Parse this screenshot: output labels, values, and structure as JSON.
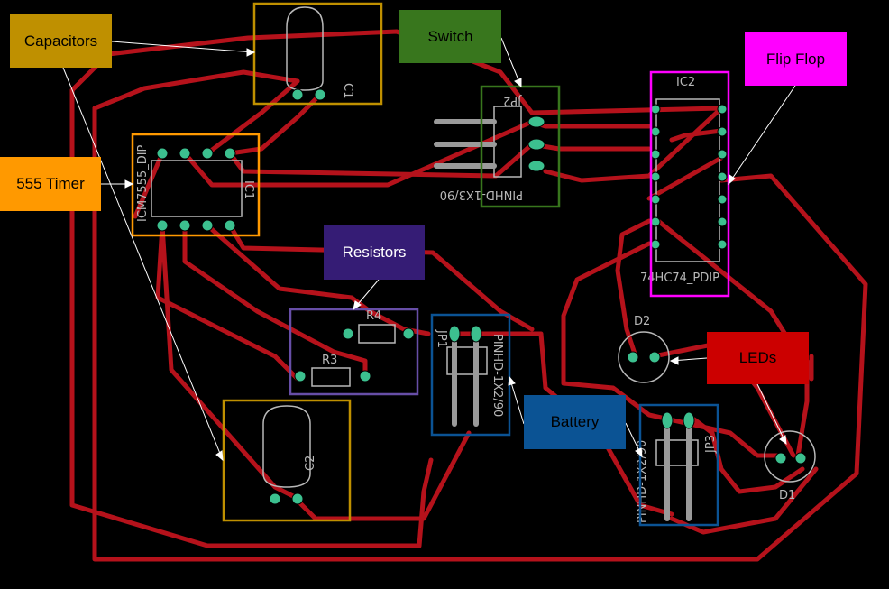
{
  "callouts": {
    "capacitors": {
      "label": "Capacitors",
      "bg": "#bf9000",
      "fg": "#000000"
    },
    "switch": {
      "label": "Switch",
      "bg": "#38761d",
      "fg": "#000000"
    },
    "flip_flop": {
      "label": "Flip Flop",
      "bg": "#ff00ff",
      "fg": "#000000"
    },
    "timer": {
      "label": "555 Timer",
      "bg": "#ff9900",
      "fg": "#000000"
    },
    "resistors": {
      "label": "Resistors",
      "bg": "#351c75",
      "fg": "#ffffff"
    },
    "leds": {
      "label": "LEDs",
      "bg": "#cc0000",
      "fg": "#000000"
    },
    "battery": {
      "label": "Battery",
      "bg": "#0b5394",
      "fg": "#000000"
    }
  },
  "silkscreen": {
    "c1": "C1",
    "c2": "C2",
    "ic1_pkg": "ICM7555_DIP",
    "ic1": "IC1",
    "jp2": "JP2",
    "jp2_pkg": "PINHD-1X3/90",
    "ic2": "IC2",
    "ic2_pkg": "74HC74_PDIP",
    "r3": "R3",
    "r4": "R4",
    "jp1": "JP1",
    "jp1_pkg": "PINHD-1X2/90",
    "jp3": "JP3",
    "jp3_pkg": "PINHD-1X2/90",
    "d1": "D1",
    "d2": "D2"
  },
  "colors": {
    "trace": "#b5121b",
    "pad": "#3cc08f",
    "silk": "#b8b8b8",
    "background": "#000000"
  }
}
